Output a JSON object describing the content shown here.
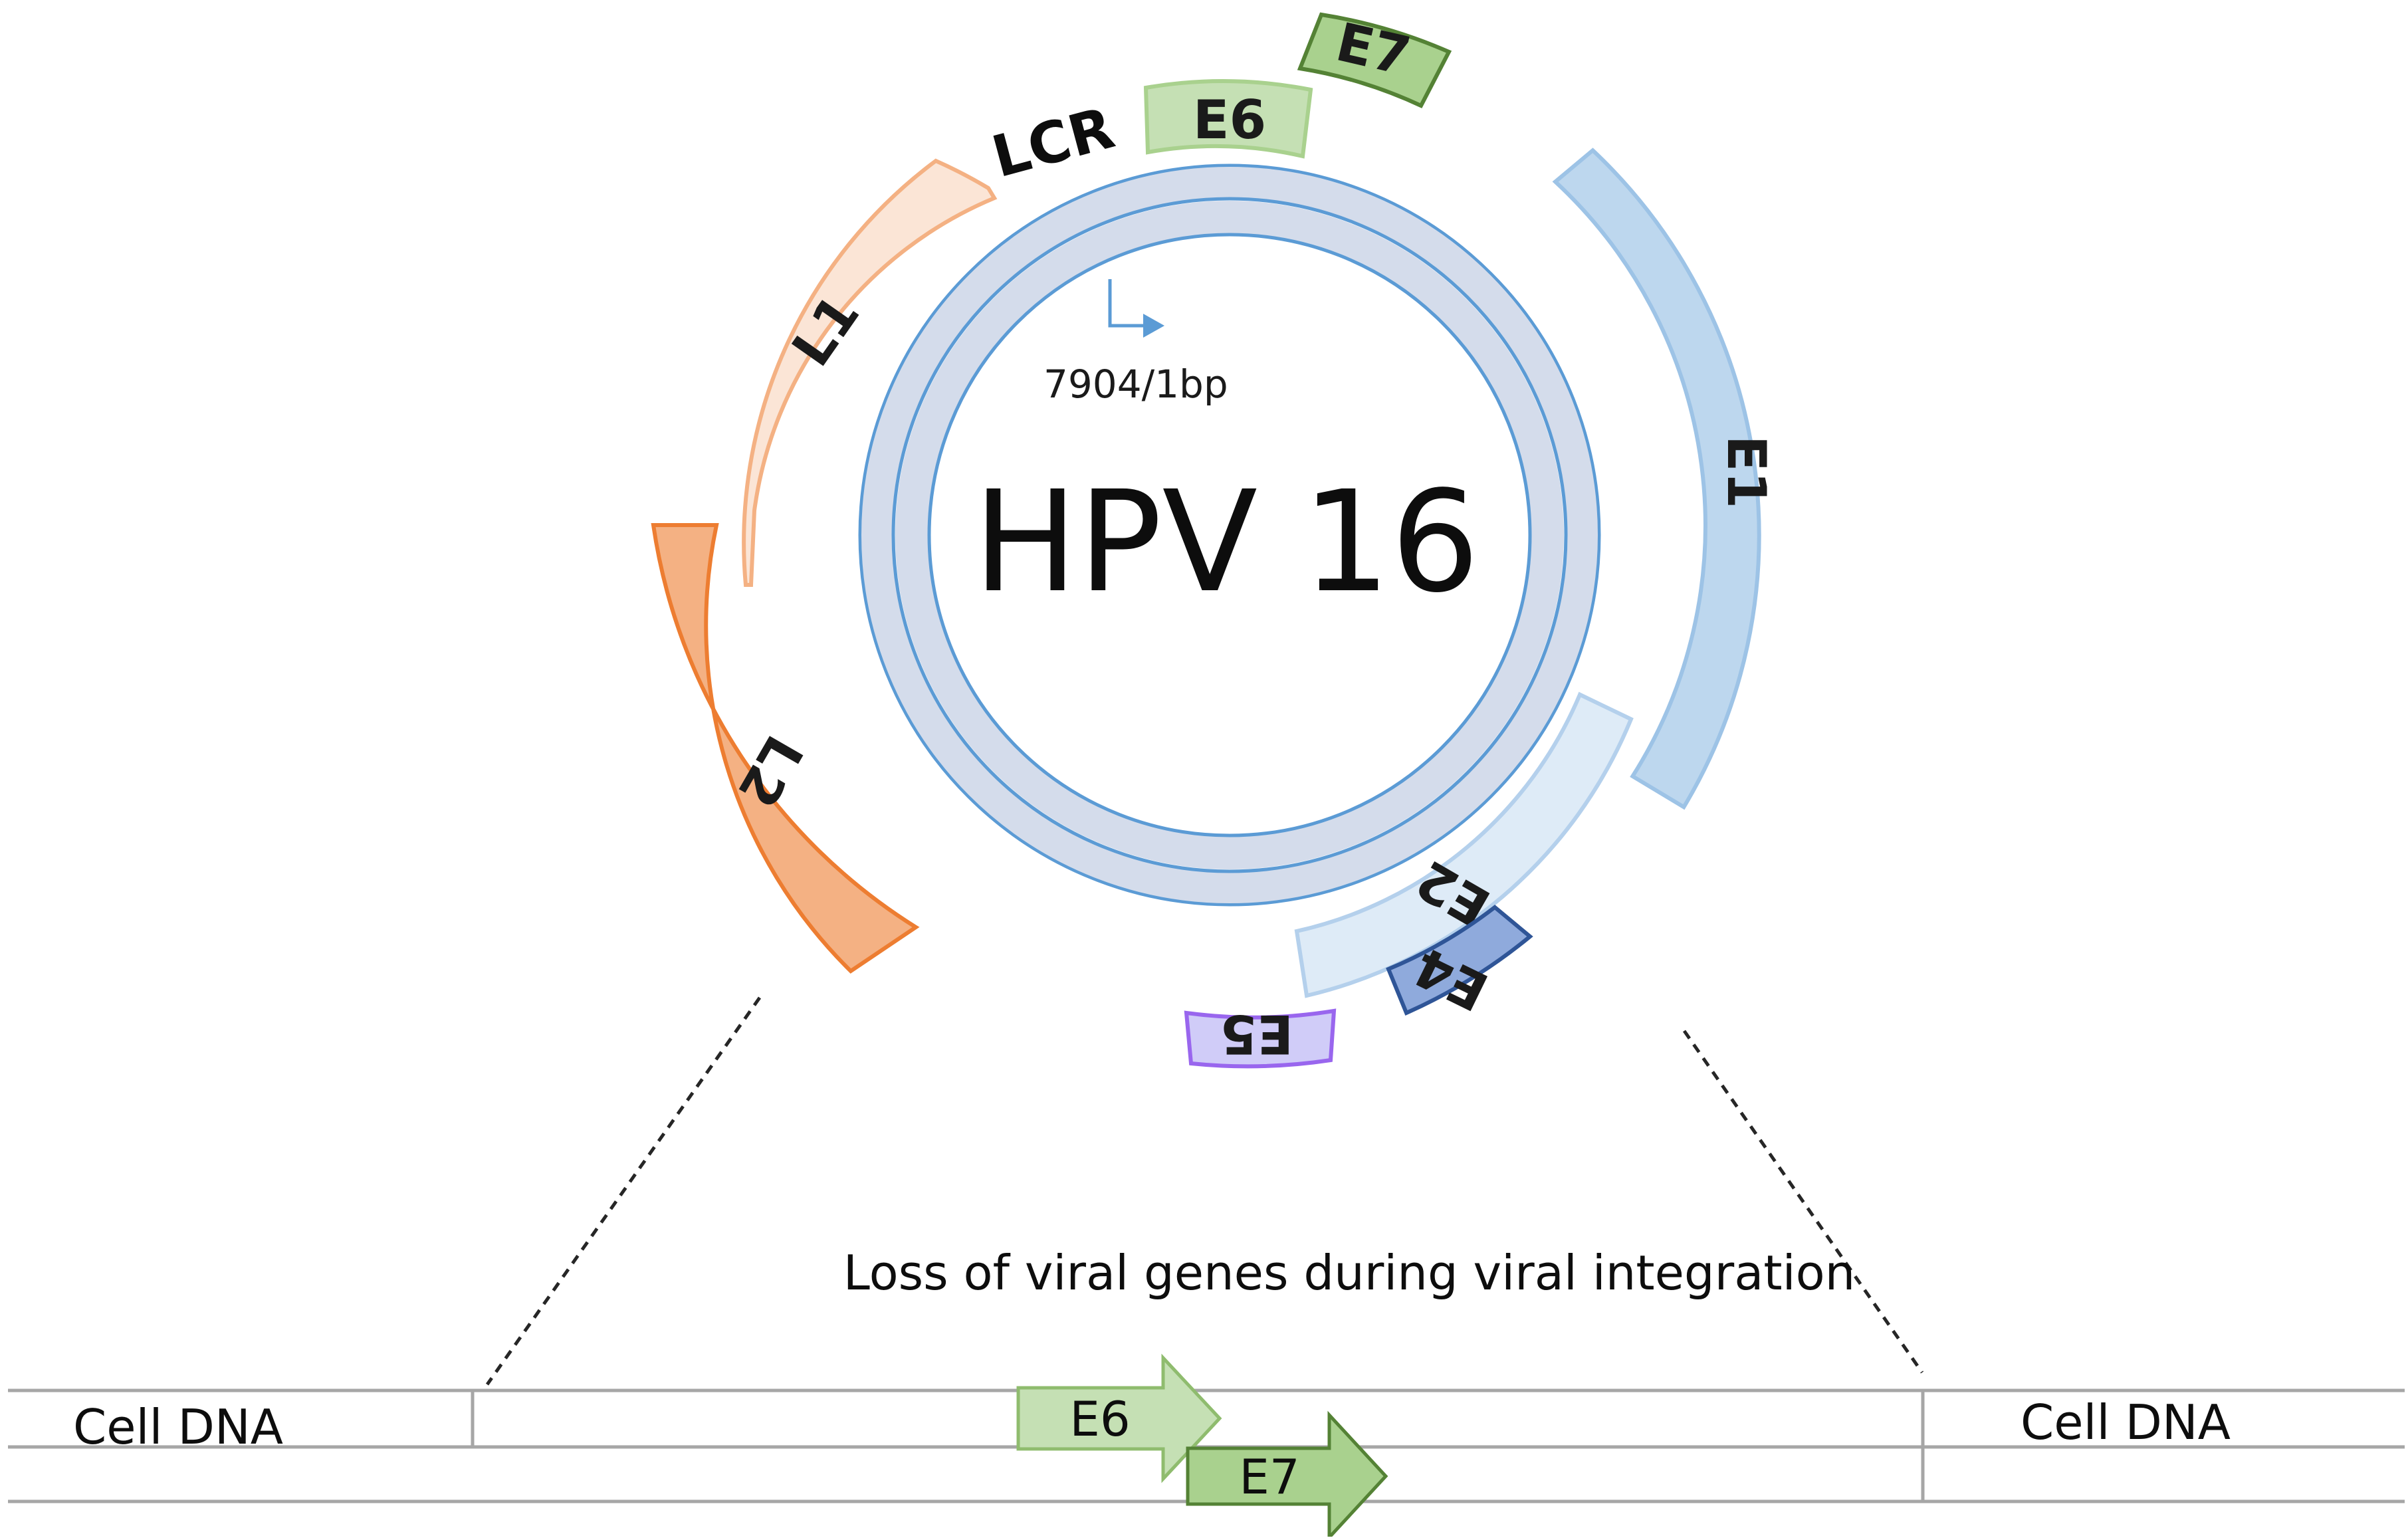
{
  "title": "HPV 16",
  "origin_label": "7904/1bp",
  "genes": {
    "lcr": "LCR",
    "e6": "E6",
    "e7": "E7",
    "e1": "E1",
    "e2": "E2",
    "e4": "E4",
    "e5": "E5",
    "l1": "L1",
    "l2": "L2"
  },
  "integration_caption": "Loss of viral genes during viral integration",
  "cell_dna_left": "Cell DNA",
  "cell_dna_right": "Cell DNA",
  "integrated_genes": {
    "e6": "E6",
    "e7": "E7"
  },
  "colors": {
    "ring_fill": "#d4dceb",
    "ring_stroke": "#5b9bd5",
    "e1": "#bdd7ee",
    "e1_stroke": "#9dc3e6",
    "e2": "#deebf7",
    "e2_stroke": "#b4d0ec",
    "e4": "#8faadc",
    "e4_stroke": "#2f5597",
    "e5": "#d0ccf8",
    "e5_stroke": "#9966ee",
    "e6": "#c5e0b4",
    "e6_stroke": "#a9d18e",
    "e7": "#a9d18e",
    "e7_stroke": "#548235",
    "l1": "#fbe5d6",
    "l1_stroke": "#f4b183",
    "l2": "#f4b183",
    "l2_stroke": "#ed7d31",
    "line_gray": "#a6a6a6"
  }
}
